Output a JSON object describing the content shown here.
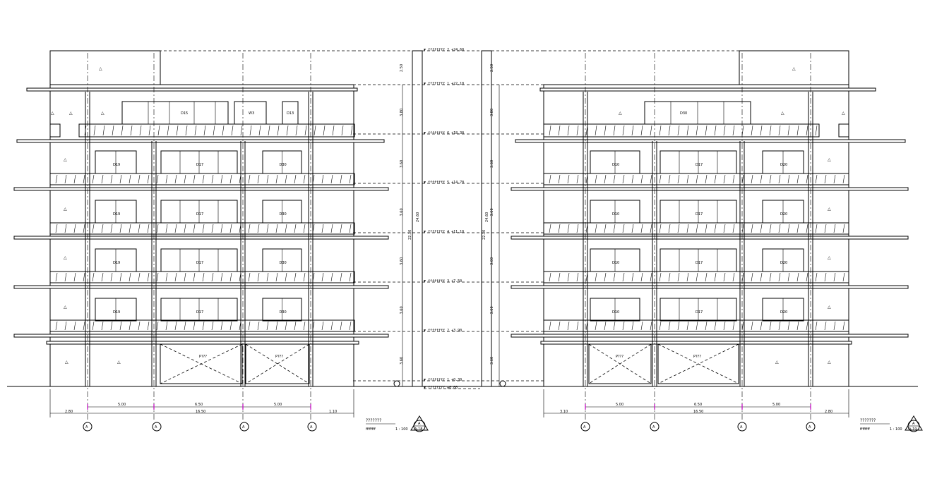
{
  "levels": [
    {
      "code": "2",
      "value": "+24.60"
    },
    {
      "code": "1",
      "value": "+22.10"
    },
    {
      "code": "6",
      "value": "+18.30"
    },
    {
      "code": "5",
      "value": "+14.70"
    },
    {
      "code": "4",
      "value": "+11.10"
    },
    {
      "code": "3",
      "value": "+7.50"
    },
    {
      "code": "2",
      "value": "+3.90"
    },
    {
      "code": "1",
      "value": "+0.30"
    },
    {
      "code": "",
      "value": "±0.00"
    }
  ],
  "vertical_dims": [
    "2.50",
    "3.80",
    "3.60",
    "3.60",
    "3.60",
    "3.60",
    "3.60"
  ],
  "total_heights": {
    "overall": "24.60",
    "roof": "22.10"
  },
  "left": {
    "bay_dims": [
      "5.00",
      "6.50",
      "5.00"
    ],
    "total_dim": "16.50",
    "edge_left": "2.80",
    "edge_right": "1.10",
    "axis_label": "A",
    "title": "???????",
    "scale_text": "1 : 100",
    "symbol_top": "A",
    "symbol_bottom": "A-18",
    "window_tags": [
      "D19",
      "D17",
      "D30"
    ],
    "top_tags": [
      "D15",
      "W3",
      "D13"
    ]
  },
  "right": {
    "bay_dims": [
      "5.00",
      "6.50",
      "5.00"
    ],
    "total_dim": "16.50",
    "edge_left": "3.10",
    "edge_right": "2.80",
    "axis_label": "A",
    "title": "???????",
    "scale_text": "1 : 100",
    "symbol_top": "A",
    "symbol_bottom": "A-19",
    "window_tags": [
      "D10",
      "D17",
      "D20"
    ],
    "top_tag": "D30"
  },
  "shop_tag": "P???"
}
